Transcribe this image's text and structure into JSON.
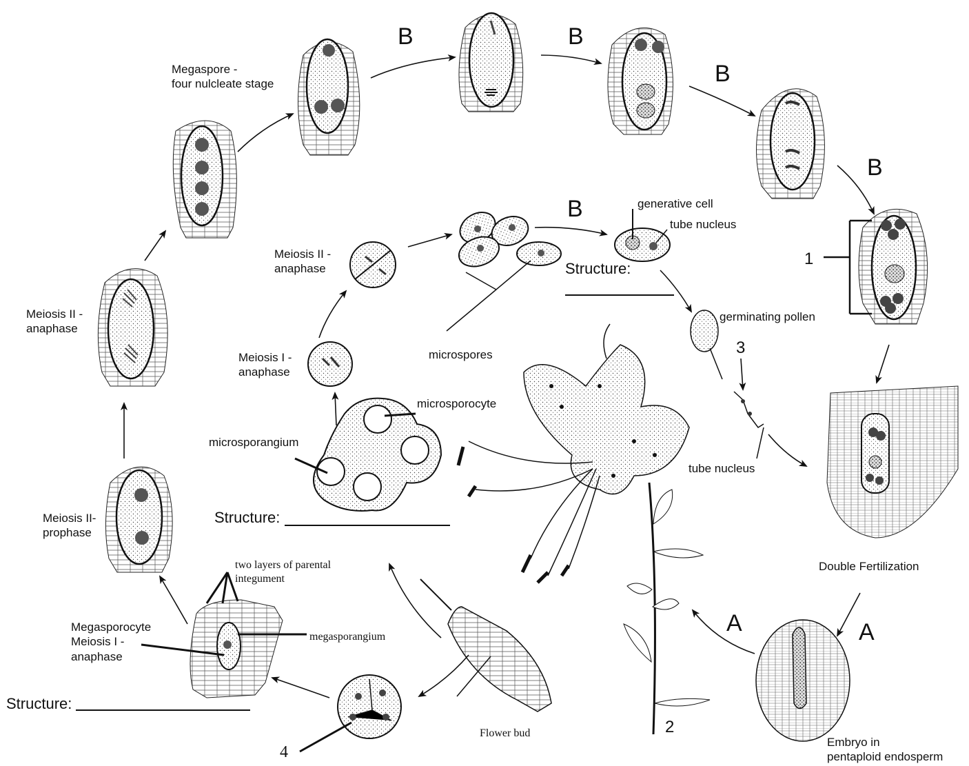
{
  "labels": {
    "megaspore_four": [
      "Megaspore -",
      "four nulcleate stage"
    ],
    "meiosis2_anaphase_left": [
      "Meiosis II -",
      "anaphase"
    ],
    "meiosis2_prophase": [
      "Meiosis II-",
      "prophase"
    ],
    "megasporocyte": [
      "Megasporocyte",
      "Meiosis I -",
      "anaphase"
    ],
    "two_layers": [
      "two layers of parental",
      "integument"
    ],
    "megasporangium": "megasporangium",
    "meiosis2_anaphase_inner": [
      "Meiosis II -",
      "anaphase"
    ],
    "meiosis1_anaphase": [
      "Meiosis I -",
      "anaphase"
    ],
    "microsporocyte": "microsporocyte",
    "microsporangium": "microsporangium",
    "microspores": "microspores",
    "generative_cell": "generative cell",
    "tube_nucleus_top": "tube nucleus",
    "germinating_pollen": "germinating pollen",
    "tube_nucleus_bottom": "tube nucleus",
    "double_fertilization": "Double Fertilization",
    "embryo": [
      "Embryo in",
      "pentaploid endosperm"
    ],
    "flower_bud": "Flower bud",
    "structure": "Structure:",
    "B": "B",
    "A": "A",
    "num1": "1",
    "num2": "2",
    "num3": "3",
    "num4": "4"
  }
}
